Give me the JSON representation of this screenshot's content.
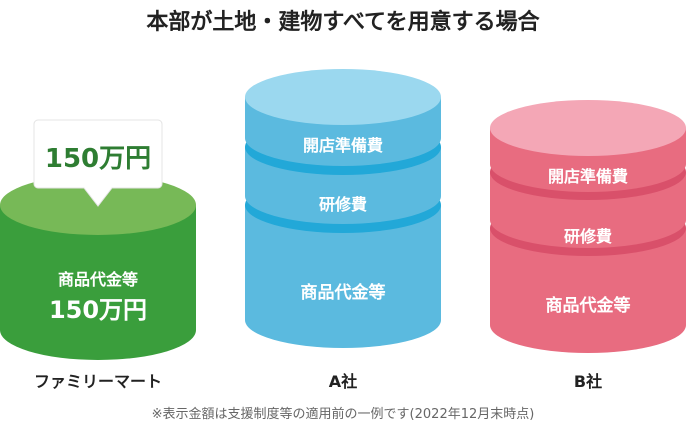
{
  "title": "本部が土地・建物すべてを用意する場合",
  "colors": {
    "green_body": "#3a9e3c",
    "green_cap": "#77b957",
    "blue_body": "#5bbadf",
    "blue_cap": "#9bd8ef",
    "blue_band": "#22a8d8",
    "pink_body": "#e86c80",
    "pink_cap": "#f4a7b6",
    "pink_band": "#d9506a",
    "text_green": "#2e7d32"
  },
  "familymart": {
    "name": "ファミリーマート",
    "bubble": "150万円",
    "item": "商品代金等",
    "amount": "150万円"
  },
  "a_company": {
    "name": "A社",
    "items": [
      "開店準備費",
      "研修費",
      "商品代金等"
    ]
  },
  "b_company": {
    "name": "B社",
    "items": [
      "開店準備費",
      "研修費",
      "商品代金等"
    ]
  },
  "note": "※表示金額は支援制度等の適用前の一例です(2022年12月末時点)"
}
